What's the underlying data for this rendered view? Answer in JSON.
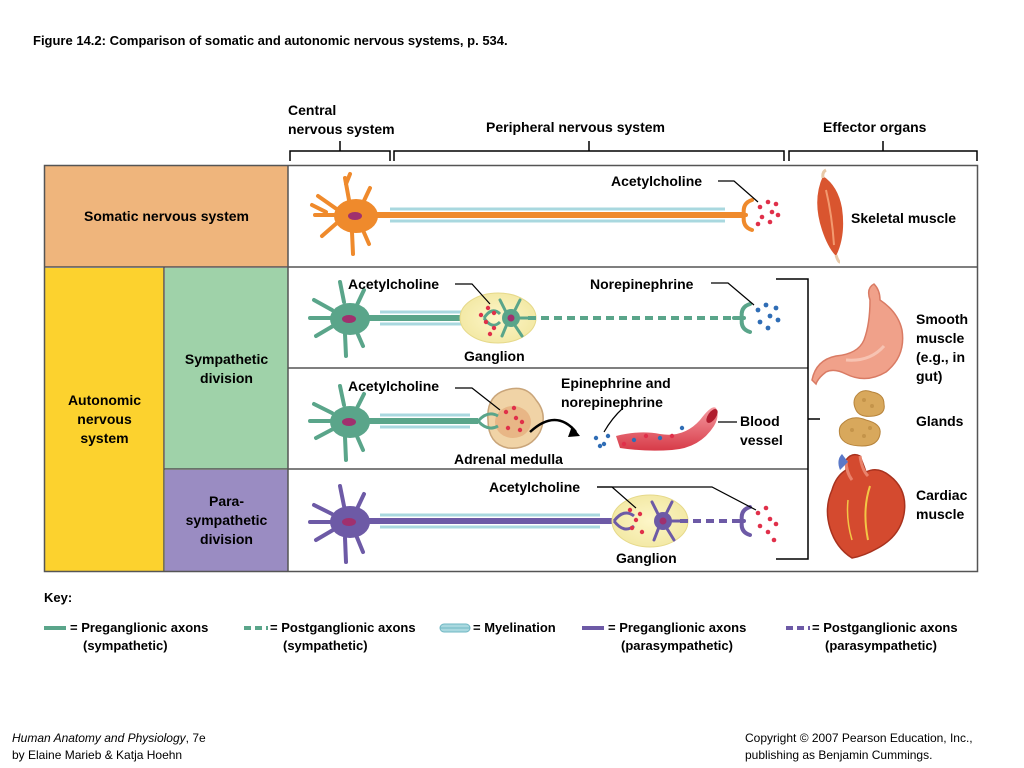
{
  "figure_title": "Figure 14.2:  Comparison of somatic and autonomic nervous systems, p. 534.",
  "headers": {
    "cns": [
      "Central",
      "nervous system"
    ],
    "pns": "Peripheral nervous system",
    "effectors": "Effector organs"
  },
  "rows": {
    "somatic": "Somatic nervous system",
    "autonomic": [
      "Autonomic",
      "nervous",
      "system"
    ],
    "sympathetic": [
      "Sympathetic",
      "division"
    ],
    "parasympathetic": [
      "Para-",
      "sympathetic",
      "division"
    ]
  },
  "labels": {
    "ach_somatic": "Acetylcholine",
    "ach_symp": "Acetylcholine",
    "norepinephrine": "Norepinephrine",
    "ganglion_symp": "Ganglion",
    "ach_adrenal": "Acetylcholine",
    "epi_norepi": [
      "Epinephrine and",
      "norepinephrine"
    ],
    "blood_vessel": [
      "Blood",
      "vessel"
    ],
    "adrenal_medulla": "Adrenal medulla",
    "ach_para": "Acetylcholine",
    "ganglion_para": "Ganglion"
  },
  "effectors": {
    "skeletal": "Skeletal muscle",
    "smooth": [
      "Smooth",
      "muscle",
      "(e.g., in",
      "gut)"
    ],
    "glands": "Glands",
    "cardiac": [
      "Cardiac",
      "muscle"
    ]
  },
  "key": {
    "title": "Key:",
    "items": [
      {
        "line1": "= Preganglionic axons",
        "line2": "(sympathetic)",
        "style": "solid",
        "color": "#5aa58a"
      },
      {
        "line1": "= Postganglionic axons",
        "line2": "(sympathetic)",
        "style": "dashed",
        "color": "#5aa58a"
      },
      {
        "line1": "= Myelination",
        "line2": "",
        "style": "myelin",
        "color": "#a9d8df"
      },
      {
        "line1": "= Preganglionic axons",
        "line2": "(parasympathetic)",
        "style": "solid",
        "color": "#6d5aa6"
      },
      {
        "line1": "= Postganglionic axons",
        "line2": "(parasympathetic)",
        "style": "dashed",
        "color": "#6d5aa6"
      }
    ]
  },
  "footer": {
    "book_title": "Human Anatomy and Physiology",
    "edition": ", 7e",
    "authors": "by Elaine Marieb & Katja Hoehn",
    "copyright": "Copyright © 2007 Pearson Education, Inc.,",
    "publisher": "publishing as Benjamin Cummings."
  },
  "colors": {
    "somatic": "#efb57c",
    "autonomic": "#fcd22e",
    "sympathetic": "#9fd2a9",
    "parasympathetic": "#9a8cc2",
    "somatic_neuron": "#ef8a2c",
    "symp_neuron": "#5aa58a",
    "para_neuron": "#6d5aa6",
    "myelin": "#a9d8df",
    "acetylcholine": "#e0304a",
    "norepinephrine": "#2f6db5"
  }
}
